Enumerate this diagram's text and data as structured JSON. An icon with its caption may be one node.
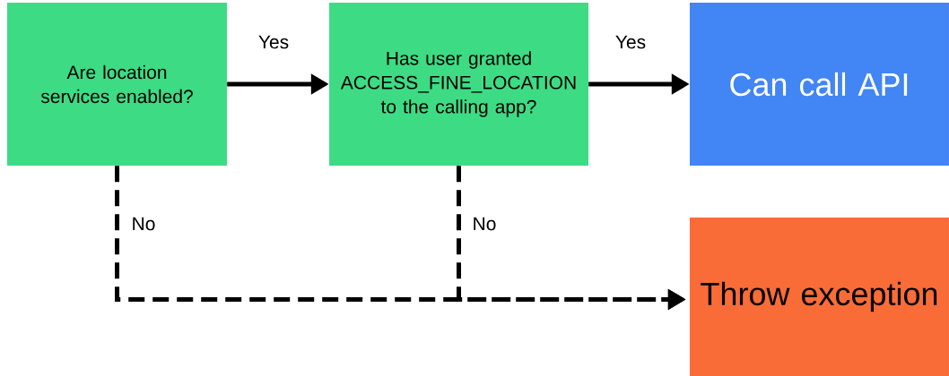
{
  "diagram": {
    "nodes": [
      {
        "text": [
          "Are location services enabled?"
        ]
      },
      {
        "text": [
          "Has user granted ACCESS_FINE_LOCATION to the calling app?"
        ]
      },
      {
        "text": [
          "Can call API"
        ]
      },
      {
        "text": [
          "Throw exception"
        ]
      }
    ],
    "edges": [
      {
        "from": 0,
        "to": 1,
        "arrow": "to",
        "label": "Yes"
      },
      {
        "from": 1,
        "to": 2,
        "arrow": "to",
        "label": "Yes"
      },
      {
        "from": 0,
        "to": 3,
        "arrow": "to",
        "label": "No",
        "style": "dashed"
      },
      {
        "from": 1,
        "to": 3,
        "arrow": "to",
        "label": "No",
        "style": "dashed"
      }
    ]
  }
}
